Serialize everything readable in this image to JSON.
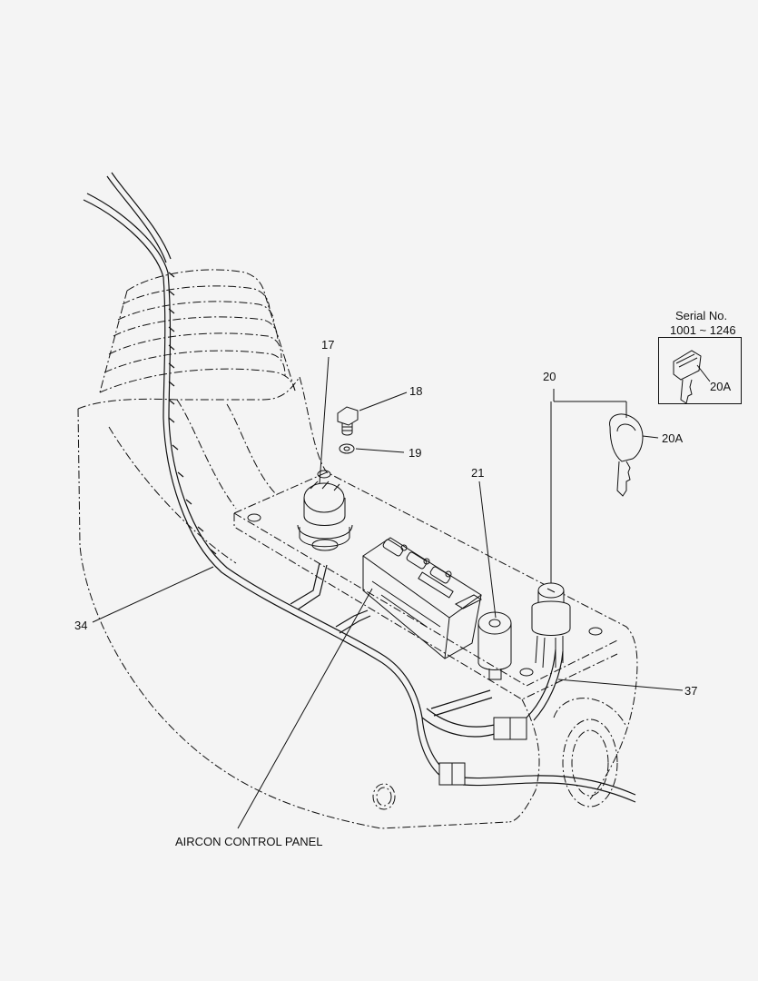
{
  "labels": {
    "part_17": "17",
    "part_18": "18",
    "part_19": "19",
    "part_20": "20",
    "part_20a_key": "20A",
    "part_20a_inset": "20A",
    "part_21": "21",
    "part_34": "34",
    "part_37": "37",
    "aircon_control_panel": "AIRCON CONTROL PANEL"
  },
  "serial_inset": {
    "title": "Serial No.",
    "range": "1001 ~ 1246"
  }
}
